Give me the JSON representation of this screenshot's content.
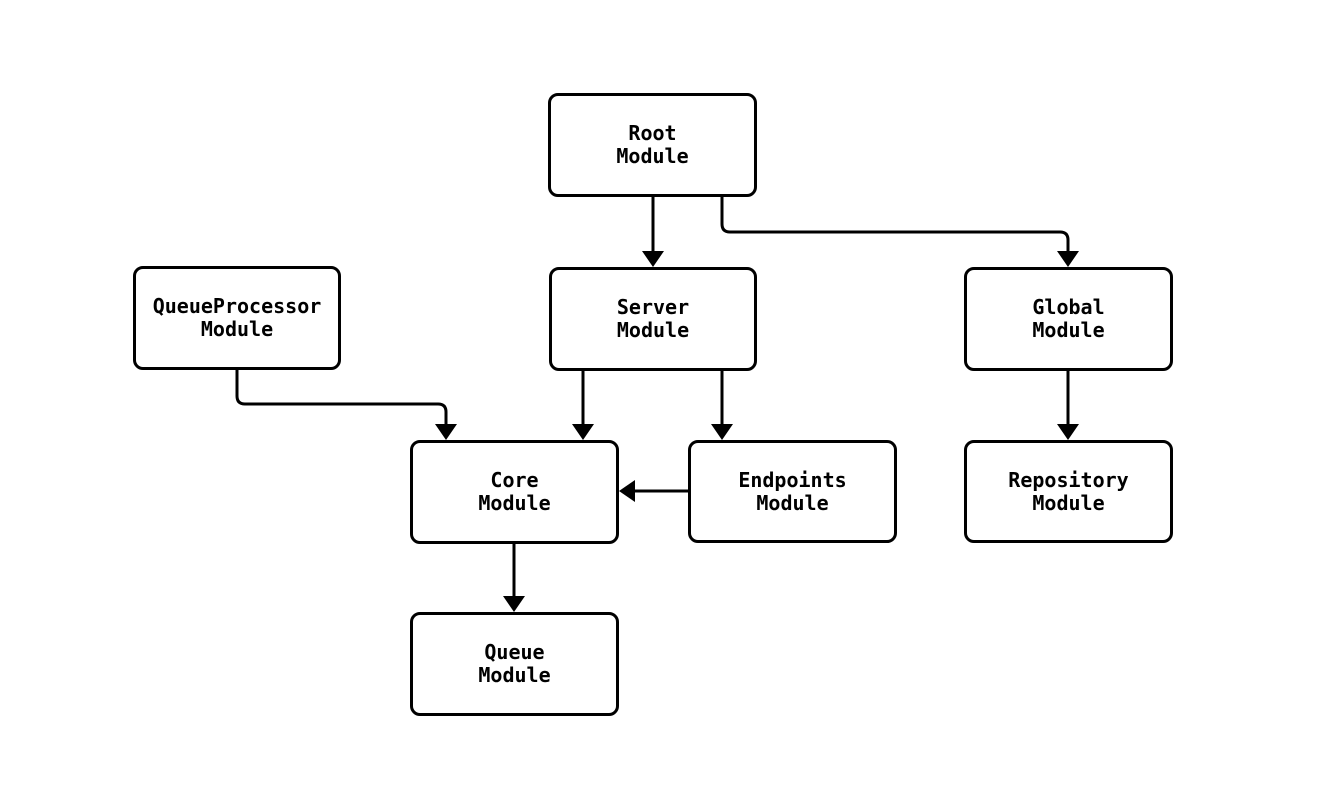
{
  "diagram": {
    "type": "flowchart",
    "background_color": "#ffffff",
    "node_fill_color": "#ffffff",
    "stroke_color": "#000000",
    "nodes": [
      {
        "id": "root",
        "line1": "Root",
        "line2": "Module"
      },
      {
        "id": "queueprocessor",
        "line1": "QueueProcessor",
        "line2": "Module"
      },
      {
        "id": "server",
        "line1": "Server",
        "line2": "Module"
      },
      {
        "id": "global",
        "line1": "Global",
        "line2": "Module"
      },
      {
        "id": "core",
        "line1": "Core",
        "line2": "Module"
      },
      {
        "id": "endpoints",
        "line1": "Endpoints",
        "line2": "Module"
      },
      {
        "id": "repository",
        "line1": "Repository",
        "line2": "Module"
      },
      {
        "id": "queue",
        "line1": "Queue",
        "line2": "Module"
      }
    ],
    "edges": [
      {
        "from": "Root Module",
        "to": "Server Module"
      },
      {
        "from": "Root Module",
        "to": "Global Module"
      },
      {
        "from": "QueueProcessor Module",
        "to": "Core Module"
      },
      {
        "from": "Server Module",
        "to": "Core Module"
      },
      {
        "from": "Server Module",
        "to": "Endpoints Module"
      },
      {
        "from": "Endpoints Module",
        "to": "Core Module"
      },
      {
        "from": "Core Module",
        "to": "Queue Module"
      },
      {
        "from": "Global Module",
        "to": "Repository Module"
      }
    ]
  }
}
